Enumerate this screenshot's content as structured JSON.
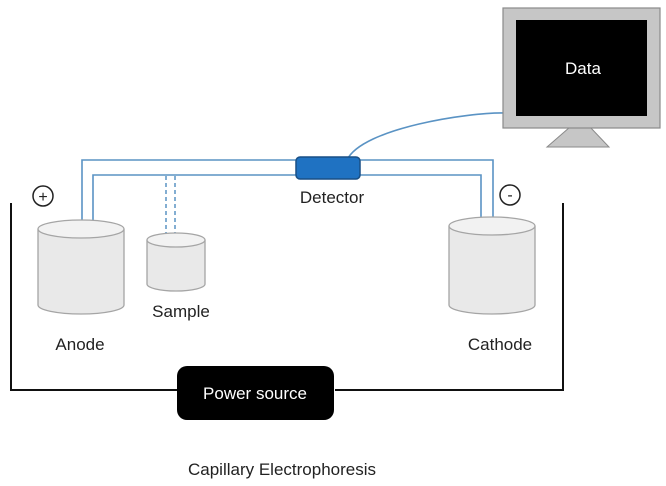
{
  "diagram": {
    "caption": "Capillary Electrophoresis",
    "monitor": {
      "screen_text": "Data"
    },
    "detector": {
      "label": "Detector"
    },
    "anode": {
      "label": "Anode",
      "polarity_symbol": "+"
    },
    "cathode": {
      "label": "Cathode",
      "polarity_symbol": "-"
    },
    "sample": {
      "label": "Sample"
    },
    "power_source": {
      "label": "Power source"
    }
  },
  "colors": {
    "capillary": "#5a93c4",
    "detector_fill": "#1f72c2",
    "detector_stroke": "#184f86",
    "reservoir_fill": "#e9e9e9",
    "reservoir_stroke": "#a5a5a5",
    "monitor_frame": "#c6c6c6",
    "monitor_screen": "#000000",
    "power_source_fill": "#000000",
    "circuit": "#111111"
  }
}
